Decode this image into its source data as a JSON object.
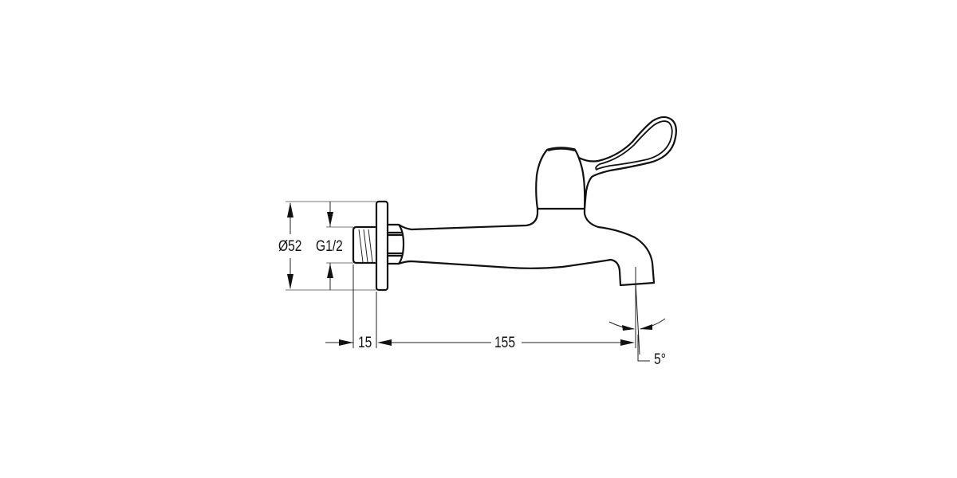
{
  "drawing": {
    "subject": "Wall-mounted bib tap with lever handle",
    "dimensions": {
      "flange_diameter": "Ø52",
      "thread": "G1/2",
      "thread_length": "15",
      "projection": "155",
      "spout_angle": "5°"
    }
  },
  "colors": {
    "background": "#ffffff",
    "line": "#111111",
    "extension_line": "#777777"
  }
}
